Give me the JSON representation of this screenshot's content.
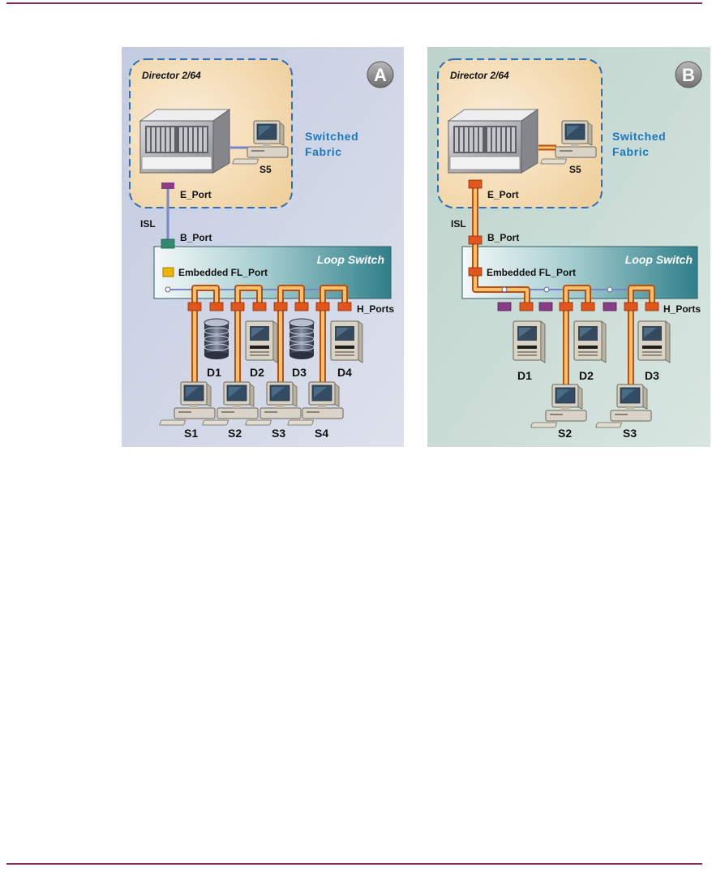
{
  "panels": [
    {
      "badge": "A",
      "director": "Director 2/64",
      "switched_fabric": [
        "Switched",
        "Fabric"
      ],
      "server_top": "S5",
      "e_port": "E_Port",
      "isl": "ISL",
      "b_port": "B_Port",
      "loop_switch": "Loop Switch",
      "embedded_fl_port": "Embedded FL_Port",
      "h_ports": "H_Ports",
      "devices": [
        "D1",
        "D2",
        "D3",
        "D4"
      ],
      "servers": [
        "S1",
        "S2",
        "S3",
        "S4"
      ]
    },
    {
      "badge": "B",
      "director": "Director 2/64",
      "switched_fabric": [
        "Switched",
        "Fabric"
      ],
      "server_top": "S5",
      "e_port": "E_Port",
      "isl": "ISL",
      "b_port": "B_Port",
      "loop_switch": "Loop Switch",
      "embedded_fl_port": "Embedded FL_Port",
      "h_ports": "H_Ports",
      "devices": [
        "D1",
        "D2",
        "D3"
      ],
      "servers": [
        "S2",
        "S3"
      ]
    }
  ],
  "colors": {
    "page_rule": "#8a2a5c",
    "panel_a_bg": "#cfd6e6",
    "panel_b_bg": "#c9dcd5",
    "fabric_region": "#f3dcb2",
    "fabric_dash": "#2f6fb8",
    "fabric_text": "#1b78c0",
    "isl_blue": "#7b86c8",
    "active_path": "#e8731f",
    "port_orange": "#e0561c",
    "port_purple": "#8a3d86",
    "b_port_green": "#2f8a6e",
    "fl_port_yellow": "#f0b400",
    "loop_switch": "#3e8f98"
  },
  "icons": [
    "director-chassis-icon",
    "workstation-icon",
    "disk-array-icon",
    "storage-tower-icon"
  ]
}
